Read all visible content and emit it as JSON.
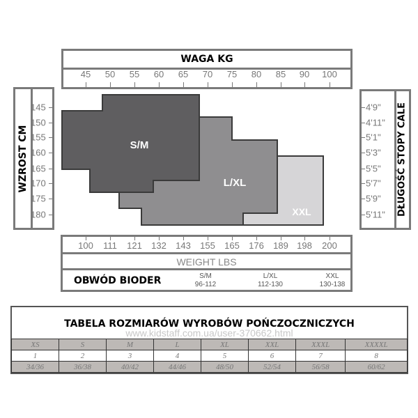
{
  "weight_kg": {
    "title": "WAGA KG",
    "ticks": [
      "45",
      "50",
      "55",
      "60",
      "65",
      "70",
      "75",
      "80",
      "85",
      "90",
      "100"
    ]
  },
  "height_cm": {
    "title": "WZROST CM",
    "ticks": [
      "145",
      "150",
      "155",
      "160",
      "165",
      "170",
      "175",
      "180"
    ]
  },
  "height_ft": {
    "title": "DŁUGOŚĆ STOPY CALE",
    "ticks": [
      "4'9\"",
      "4'11\"",
      "5'1\"",
      "5'3\"",
      "5'5\"",
      "5'7\"",
      "5'9\"",
      "5'11\""
    ]
  },
  "regions": [
    {
      "label": "XXL",
      "color": "#d6d5d7"
    },
    {
      "label": "L/XL",
      "color": "#8f8e90"
    },
    {
      "label": "S/M",
      "color": "#5f5e60"
    }
  ],
  "weight_lbs": {
    "title": "WEIGHT  LBS",
    "ticks": [
      "100",
      "111",
      "121",
      "132",
      "143",
      "155",
      "165",
      "176",
      "189",
      "198",
      "200"
    ]
  },
  "hips": {
    "title": "OBWÓD BIODER",
    "sizes": [
      {
        "size": "S/M",
        "range": "96-112"
      },
      {
        "size": "L/XL",
        "range": "112-130"
      },
      {
        "size": "XXL",
        "range": "130-138"
      }
    ]
  },
  "size_table": {
    "title": "TABELA ROZMIARÓW WYROBÓW POŃCZOCZNICZYCH",
    "watermark": "www.kidstaff.com.ua/user-370662.html",
    "rows": [
      [
        "XS",
        "S",
        "M",
        "L",
        "XL",
        "XXL",
        "XXXL",
        "XXXXL"
      ],
      [
        "1",
        "2",
        "3",
        "4",
        "5",
        "6",
        "7",
        "8"
      ],
      [
        "34/36",
        "36/38",
        "40/42",
        "44/46",
        "48/50",
        "52/54",
        "56/58",
        "60/62"
      ]
    ]
  }
}
